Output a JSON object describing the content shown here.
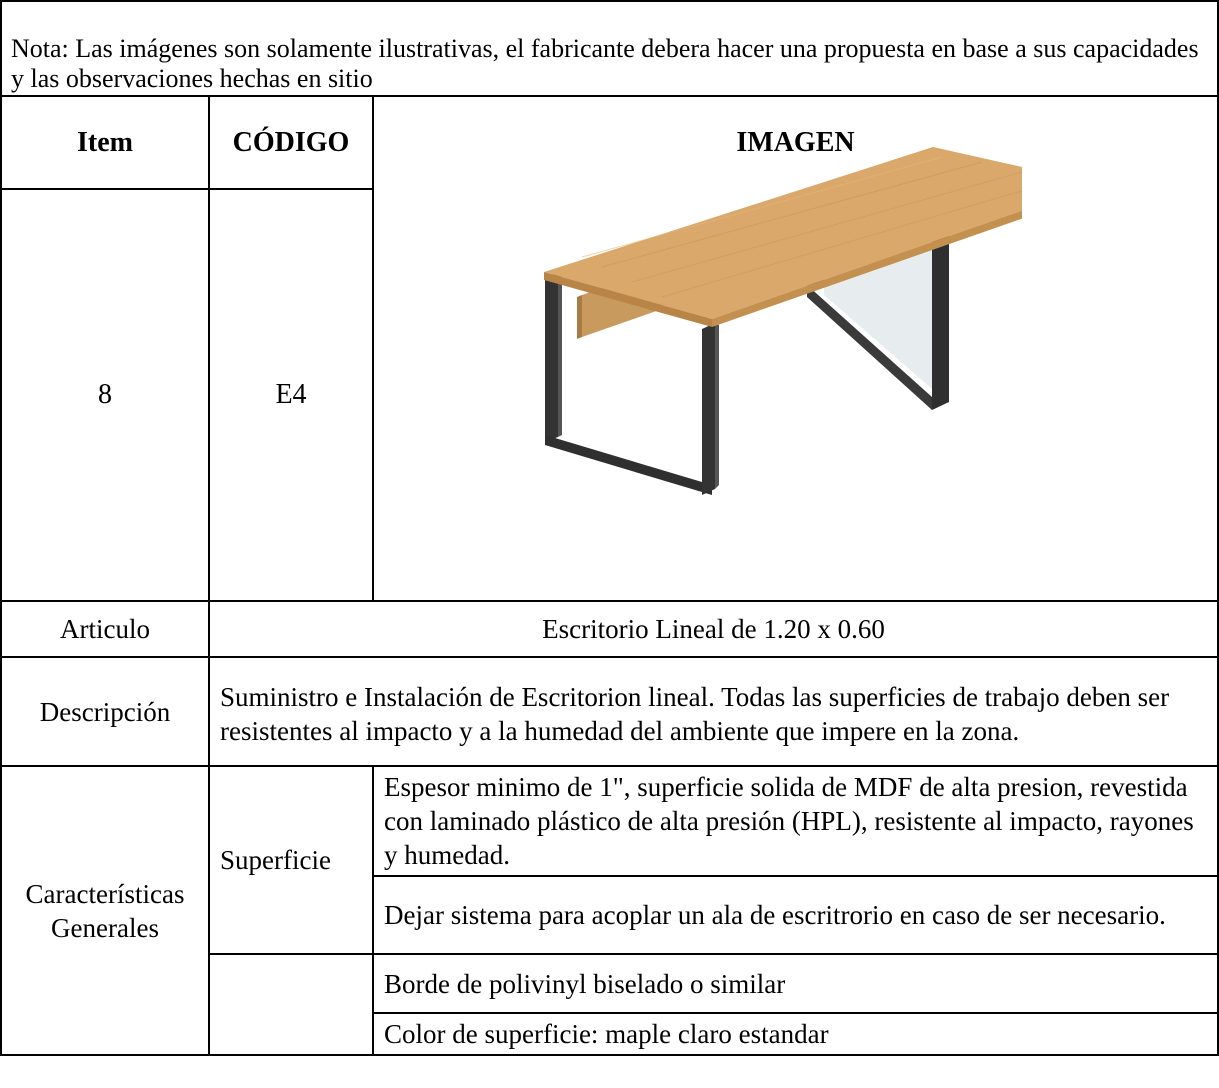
{
  "note": "Nota: Las imágenes son solamente ilustrativas, el fabricante debera hacer una propuesta en base a sus capacidades y las observaciones hechas en sitio",
  "headers": {
    "item": "Item",
    "codigo": "CÓDIGO",
    "imagen": "IMAGEN"
  },
  "row": {
    "item": "8",
    "codigo": "E4"
  },
  "articulo": {
    "label": "Articulo",
    "value": "Escritorio Lineal de 1.20 x 0.60"
  },
  "descripcion": {
    "label": "Descripción",
    "value": "Suministro e Instalación de Escritorion lineal. Todas las superficies de trabajo deben ser resistentes al impacto y a la humedad del ambiente que impere en la zona."
  },
  "caracteristicas": {
    "label_line1": "Características",
    "label_line2": "Generales",
    "superficie_label": "Superficie",
    "items": [
      "Espesor minimo de 1\", superficie solida de MDF de alta presion, revestida con laminado plástico de alta presión (HPL), resistente al impacto, rayones y humedad.",
      "Dejar sistema para acoplar un ala de escritrorio en caso de ser necesario.",
      "Borde de polivinyl  biselado o similar",
      "Color de superficie: maple claro estandar"
    ]
  },
  "colors": {
    "wood": "#d9a86a",
    "wood_dark": "#b88547",
    "metal": "#3a3a3a",
    "glass": "#e6ecee"
  }
}
